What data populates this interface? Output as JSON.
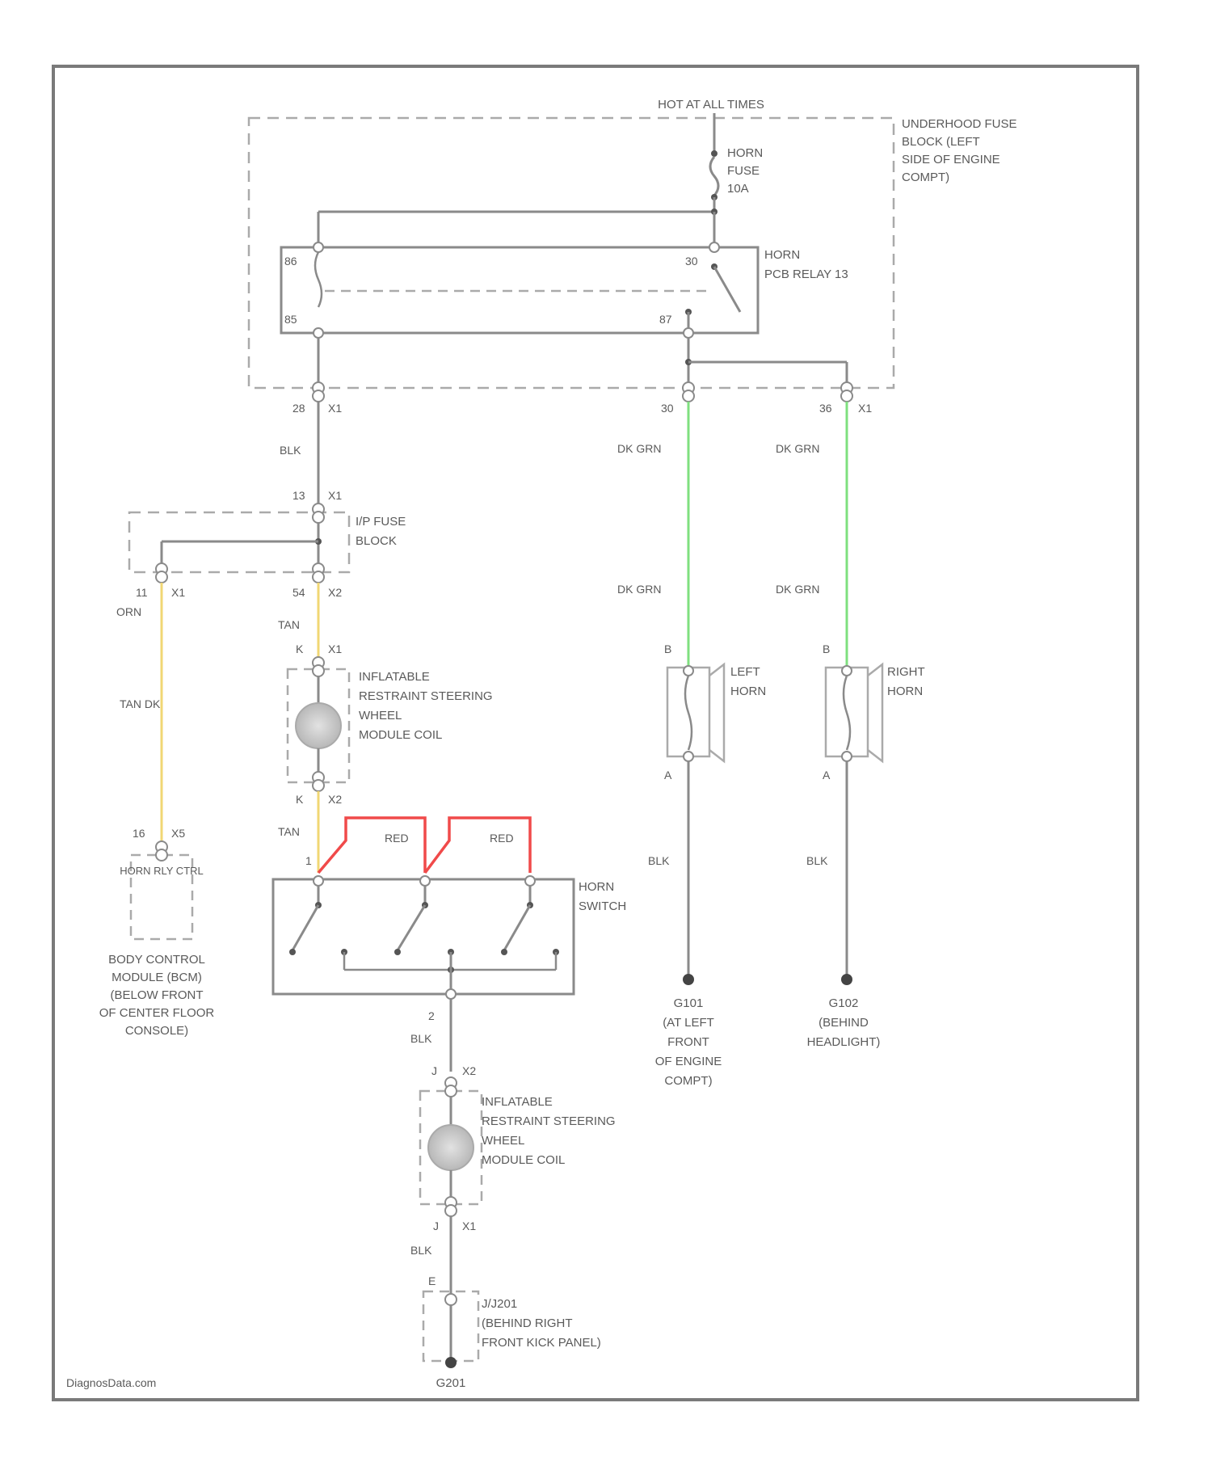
{
  "title": "HOT AT ALL TIMES",
  "watermark": "DiagnosData.com",
  "colors": {
    "wire_default": "#8a8a8a",
    "wire_green": "#7fe07f",
    "wire_yellow": "#f1d774",
    "wire_red": "#f04a4a",
    "frame": "#7a7a7a"
  },
  "components": {
    "underhood_fuse_block": [
      "UNDERHOOD FUSE",
      "BLOCK (LEFT",
      "SIDE OF ENGINE",
      "COMPT)"
    ],
    "horn_fuse": [
      "HORN",
      "FUSE",
      "10A"
    ],
    "horn_relay": [
      "HORN",
      "PCB RELAY 13"
    ],
    "ip_fuse_block": [
      "I/P FUSE",
      "BLOCK"
    ],
    "steering_coil_upper": [
      "INFLATABLE",
      "RESTRAINT STEERING",
      "WHEEL",
      "MODULE COIL"
    ],
    "horn_switch": [
      "HORN",
      "SWITCH"
    ],
    "bcm_label": "HORN RLY CTRL",
    "bcm": [
      "BODY CONTROL",
      "MODULE (BCM)",
      "(BELOW FRONT",
      "OF CENTER FLOOR",
      "CONSOLE)"
    ],
    "left_horn": [
      "LEFT",
      "HORN"
    ],
    "right_horn": [
      "RIGHT",
      "HORN"
    ],
    "steering_coil_lower": [
      "INFLATABLE",
      "RESTRAINT STEERING",
      "WHEEL",
      "MODULE COIL"
    ],
    "g101": [
      "G101",
      "(AT LEFT",
      "FRONT",
      "OF ENGINE",
      "COMPT)"
    ],
    "g102": [
      "G102",
      "(BEHIND",
      "HEADLIGHT)"
    ],
    "j_connector": [
      "J/J201",
      "(BEHIND RIGHT",
      "FRONT KICK PANEL)"
    ],
    "g201": "G201"
  },
  "wires": {
    "blk_main": "BLK",
    "dk_grn_left_1": "DK GRN",
    "dk_grn_left_2": "DK GRN",
    "dk_grn_right_1": "DK GRN",
    "dk_grn_right_2": "DK GRN",
    "orn": "ORN",
    "tan_upper": "TAN",
    "tan_dk": "TAN DK",
    "tan_lower": "TAN",
    "red_1": "RED",
    "red_2": "RED",
    "blk_left_ground": "BLK",
    "blk_right_ground": "BLK",
    "blk_switch_out": "BLK",
    "blk_coil_out": "BLK"
  },
  "pins": {
    "relay_86": "86",
    "relay_85": "85",
    "relay_30": "30",
    "relay_87": "87",
    "uf_x1_num": "28",
    "uf_x1": "X1",
    "uf_left_num": "30",
    "uf_right_num": "36",
    "uf_right_x": "X1",
    "ip_top_num": "13",
    "ip_top_x": "X1",
    "ip_orn_num": "11",
    "ip_orn_x": "X1",
    "ip_tan_num": "54",
    "ip_tan_x": "X2",
    "coil_top_pin": "K",
    "coil_top_x": "X1",
    "coil_bot_pin": "K",
    "coil_bot_x": "X2",
    "bcm_num": "16",
    "bcm_x": "X5",
    "switch_in": "1",
    "lh_b": "B",
    "lh_a": "A",
    "rh_b": "B",
    "rh_a": "A",
    "sw_out": "2",
    "coil2_top_pin": "J",
    "coil2_top_x": "X2",
    "coil2_bot_pin": "J",
    "coil2_bot_x": "X1",
    "jj_pin": "E"
  }
}
